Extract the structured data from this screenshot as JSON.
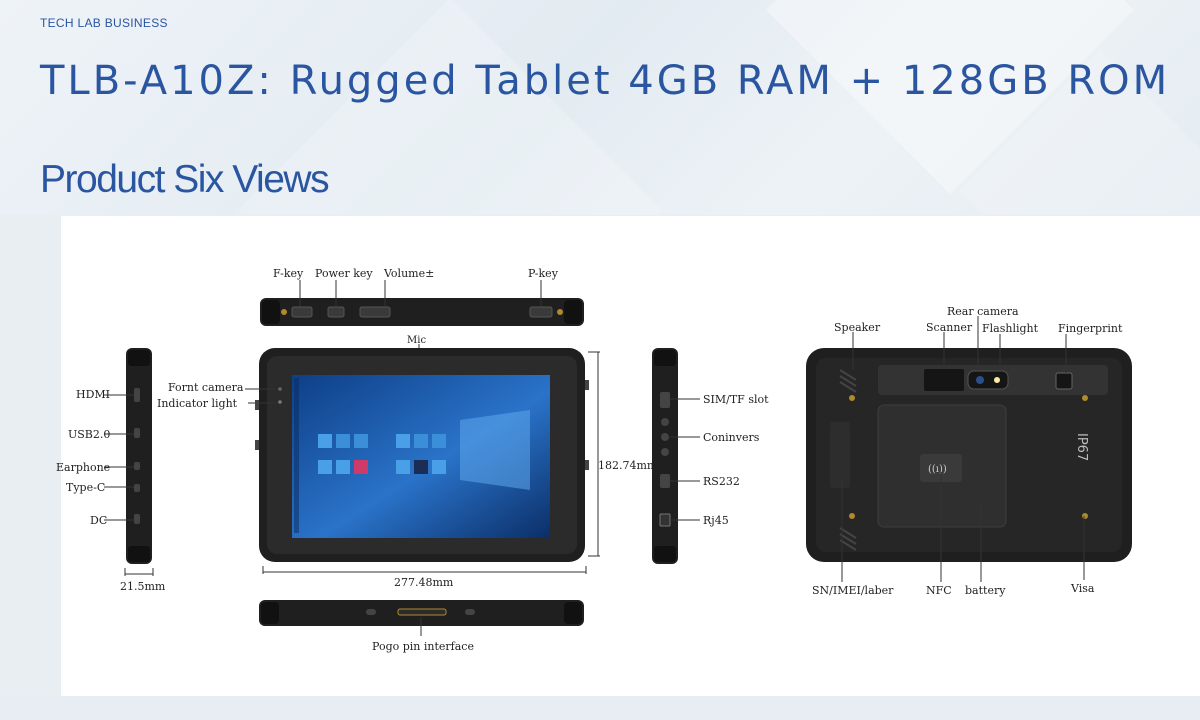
{
  "header": {
    "brand": "TECH LAB BUSINESS",
    "title": "TLB-A10Z: Rugged Tablet 4GB RAM + 128GB ROM",
    "subtitle": "Product Six Views"
  },
  "labels": {
    "top": {
      "f_key": "F-key",
      "power_key": "Power key",
      "volume": "Volume±",
      "p_key": "P-key",
      "mic": "Mic"
    },
    "left": {
      "hdmi": "HDMI",
      "usb": "USB2.0",
      "earphone": "Earphone",
      "typec": "Type-C",
      "dc": "DC",
      "thickness": "21.5mm"
    },
    "front": {
      "front_camera": "Fornt camera",
      "indicator": "Indicator light",
      "width": "277.48mm",
      "height": "182.74mm",
      "pogo": "Pogo pin interface"
    },
    "right": {
      "sim": "SIM/TF slot",
      "coninvers": "Coninvers",
      "rs232": "RS232",
      "rj45": "Rj45"
    },
    "back": {
      "rear_camera": "Rear camera",
      "speaker": "Speaker",
      "scanner": "Scanner",
      "flashlight": "Flashlight",
      "fingerprint": "Fingerprint",
      "ip67": "IP67",
      "sn": "SN/IMEI/laber",
      "nfc": "NFC",
      "battery": "battery",
      "visa": "Visa"
    }
  },
  "colors": {
    "accent": "#2a55a1",
    "device_body": "#1f1f1f",
    "screen_blue": "#1a5fb0"
  }
}
